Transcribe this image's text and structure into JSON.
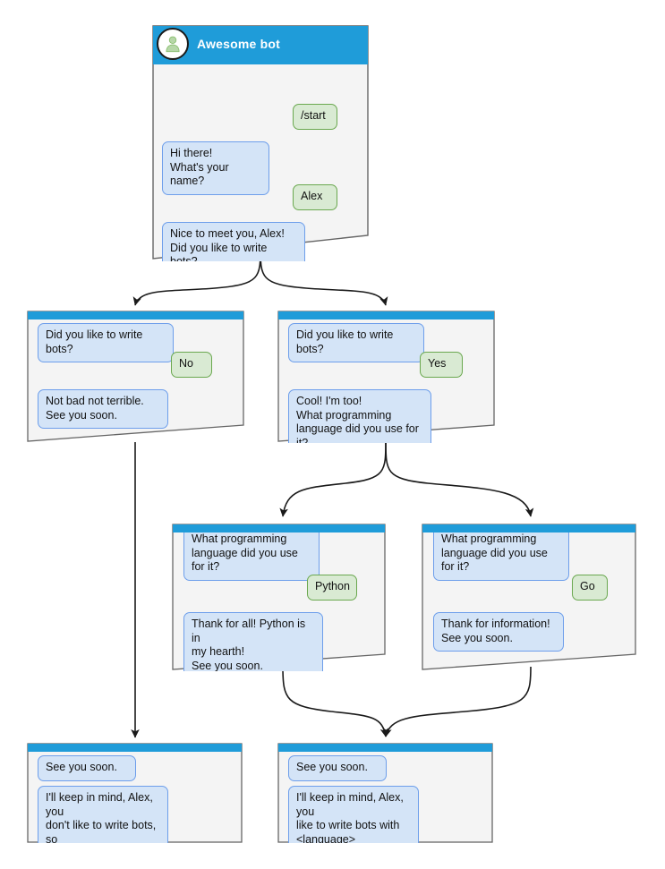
{
  "diagram": {
    "type": "bot-conversation-flow",
    "colors": {
      "header_blue": "#1f9cd9",
      "card_bg": "#f4f4f4",
      "card_border": "#666666",
      "bot_bubble_bg": "#d4e4f7",
      "bot_bubble_border": "#6d9eeb",
      "user_bubble_bg": "#d9ead3",
      "user_bubble_border": "#6aa84f",
      "edge": "#1a1a1a",
      "avatar_person": "#b6d7a8"
    }
  },
  "nodes": {
    "root": {
      "header_title": "Awesome bot",
      "avatar_icon": "person-avatar-icon",
      "messages": [
        {
          "side": "user",
          "text": "/start"
        },
        {
          "side": "bot",
          "text": "Hi there!\nWhat's your name?"
        },
        {
          "side": "user",
          "text": "Alex"
        },
        {
          "side": "bot",
          "text": "Nice to meet you, Alex!\nDid you like to write bots?"
        }
      ]
    },
    "no_branch": {
      "messages": [
        {
          "side": "bot",
          "text": "Did you like to write bots?"
        },
        {
          "side": "user",
          "text": "No"
        },
        {
          "side": "bot",
          "text": "Not bad not terrible.\nSee you soon."
        }
      ]
    },
    "yes_branch": {
      "messages": [
        {
          "side": "bot",
          "text": "Did you like to write bots?"
        },
        {
          "side": "user",
          "text": "Yes"
        },
        {
          "side": "bot",
          "text": "Cool! I'm too!\nWhat programming\nlanguage did you use for it?"
        }
      ]
    },
    "python_branch": {
      "messages": [
        {
          "side": "bot",
          "text": "What programming\nlanguage did you use for it?"
        },
        {
          "side": "user",
          "text": "Python"
        },
        {
          "side": "bot",
          "text": "Thank for all! Python is in\nmy hearth!\nSee you soon."
        }
      ]
    },
    "go_branch": {
      "messages": [
        {
          "side": "bot",
          "text": "What programming\nlanguage did you use for it?"
        },
        {
          "side": "user",
          "text": "Go"
        },
        {
          "side": "bot",
          "text": "Thank for information!\nSee you soon."
        }
      ]
    },
    "end_no": {
      "messages": [
        {
          "side": "bot",
          "text": "See you soon."
        },
        {
          "side": "bot",
          "text": "I'll keep in mind, Alex, you\ndon't like to write bots, so\nsad..."
        }
      ]
    },
    "end_yes": {
      "messages": [
        {
          "side": "bot",
          "text": "See you soon."
        },
        {
          "side": "bot",
          "text": "I'll keep in mind, Alex, you\nlike to write bots with\n<language>"
        }
      ]
    }
  }
}
